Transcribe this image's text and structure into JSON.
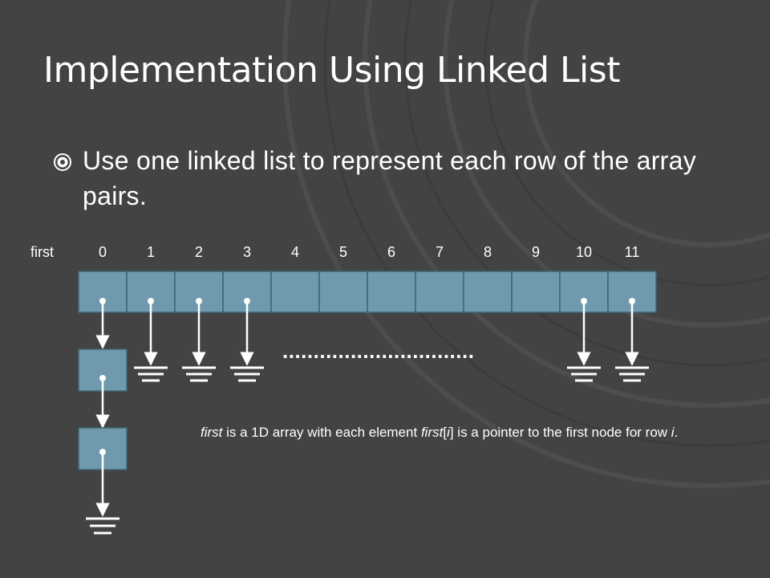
{
  "slide": {
    "title": "Implementation Using Linked List",
    "bullet_text": "Use one linked list to represent each row of the array pairs."
  },
  "diagram": {
    "header_label": "first",
    "indices": [
      "0",
      "1",
      "2",
      "3",
      "4",
      "5",
      "6",
      "7",
      "8",
      "9",
      "10",
      "11"
    ],
    "ellipsis": "...............................",
    "caption": {
      "part1": "first",
      "part2": " is a 1D array with each element ",
      "part3": "first",
      "part4": "[",
      "part5": "i",
      "part6": "] is a pointer to the first node for row ",
      "part7": "i",
      "part8": "."
    }
  },
  "colors": {
    "background": "#434343",
    "cell_fill": "#6f9aad",
    "cell_stroke": "#3d6675",
    "arrow": "#ffffff",
    "text": "#ffffff"
  }
}
